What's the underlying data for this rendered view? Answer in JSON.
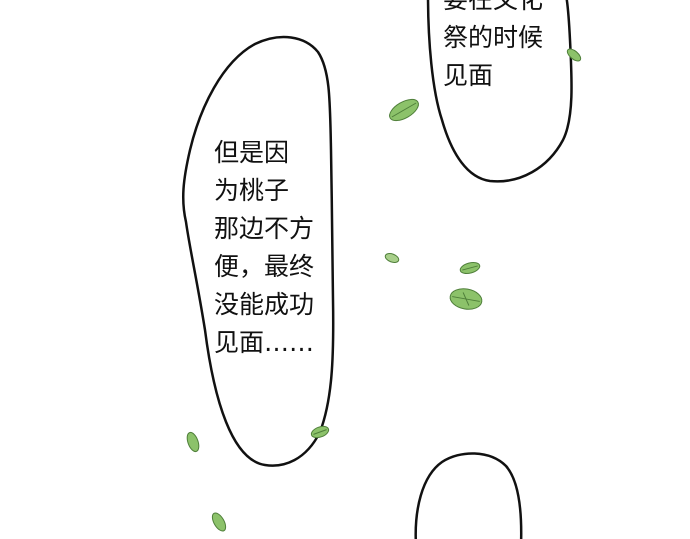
{
  "bubbles": {
    "left": {
      "lines": [
        "但是因",
        "为桃子",
        "那边不方",
        "便，最终",
        "没能成功",
        "见面……"
      ]
    },
    "right": {
      "lines": [
        "要在文化",
        "祭的时候",
        "见面"
      ]
    },
    "bottom": {
      "lines": []
    }
  },
  "colors": {
    "outline": "#111111",
    "background": "#ffffff",
    "leaf": "#8cc26a",
    "leaf_dark": "#4f7f3a"
  },
  "decor": {
    "leaf_icon": "falling-leaf-icon"
  }
}
